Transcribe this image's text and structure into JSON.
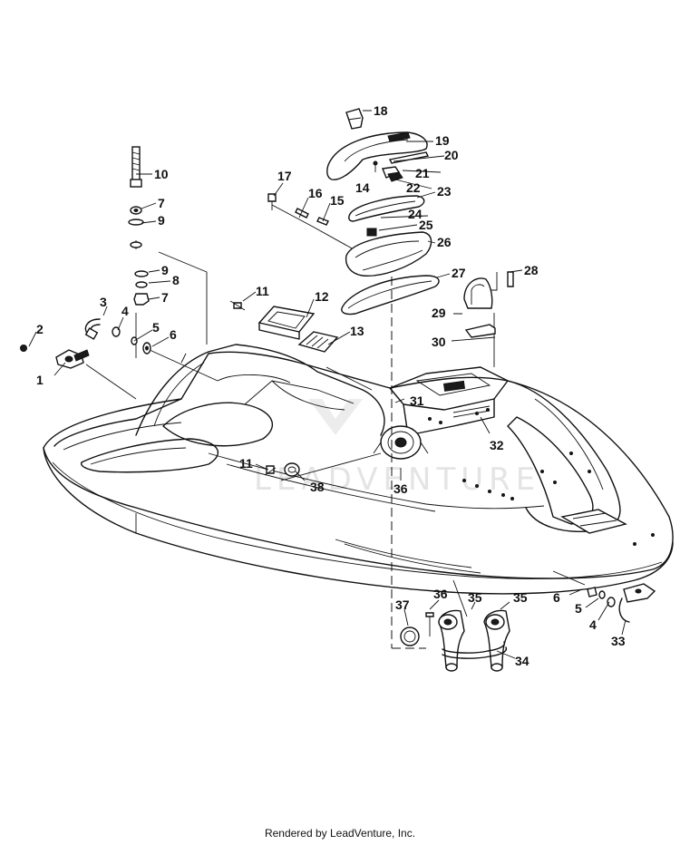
{
  "watermark_text": "LEADVENTURE",
  "footer_text": "Rendered by LeadVenture, Inc.",
  "part_labels": [
    "1",
    "2",
    "3",
    "4",
    "5",
    "6",
    "7",
    "7",
    "8",
    "9",
    "9",
    "10",
    "11",
    "11",
    "12",
    "13",
    "14",
    "15",
    "16",
    "17",
    "18",
    "19",
    "20",
    "21",
    "22",
    "23",
    "24",
    "25",
    "26",
    "27",
    "28",
    "29",
    "30",
    "31",
    "32",
    "33",
    "34",
    "35",
    "35",
    "36",
    "36",
    "37",
    "38",
    "4",
    "5",
    "6"
  ]
}
